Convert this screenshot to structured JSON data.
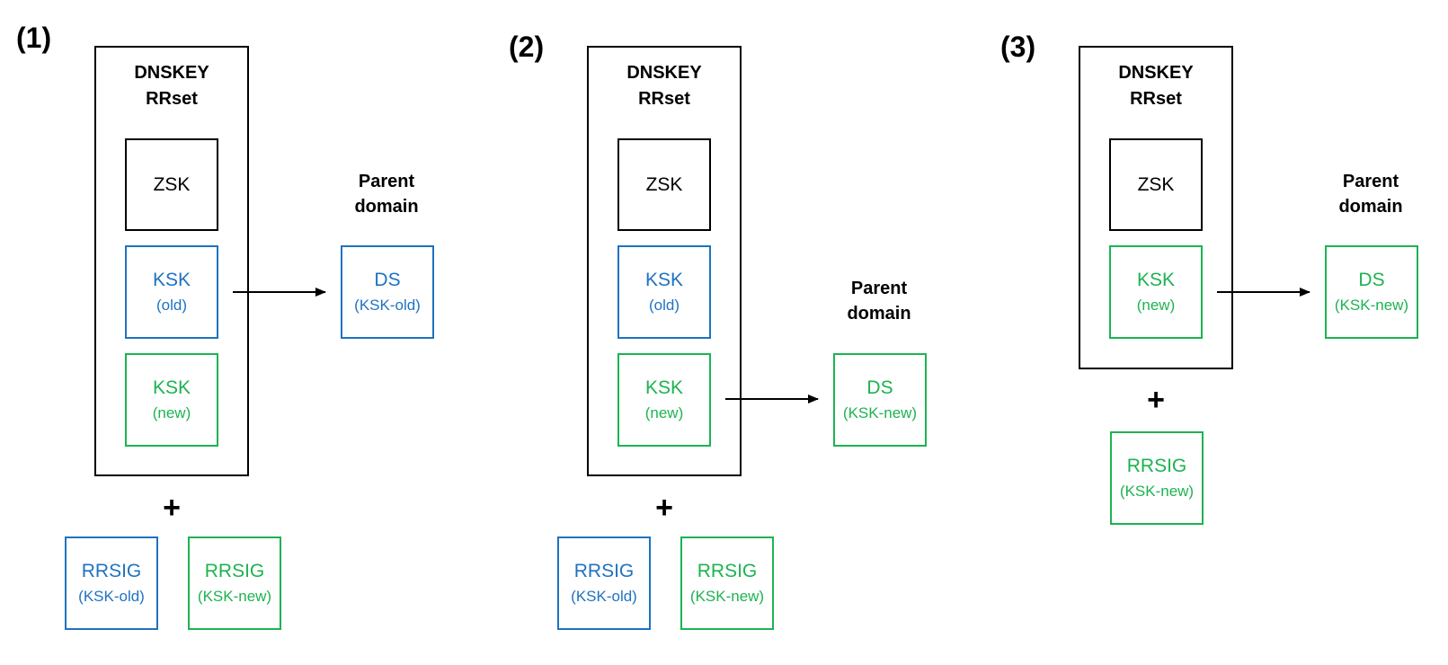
{
  "panels": [
    {
      "step": "(1)",
      "rrset_title_line1": "DNSKEY",
      "rrset_title_line2": "RRset",
      "keys": [
        {
          "main": "ZSK",
          "sub": ""
        },
        {
          "main": "KSK",
          "sub": "(old)"
        },
        {
          "main": "KSK",
          "sub": "(new)"
        }
      ],
      "parent_label_line1": "Parent",
      "parent_label_line2": "domain",
      "ds": {
        "main": "DS",
        "sub": "(KSK-old)"
      },
      "plus": "+",
      "rrsigs": [
        {
          "main": "RRSIG",
          "sub": "(KSK-old)"
        },
        {
          "main": "RRSIG",
          "sub": "(KSK-new)"
        }
      ]
    },
    {
      "step": "(2)",
      "rrset_title_line1": "DNSKEY",
      "rrset_title_line2": "RRset",
      "keys": [
        {
          "main": "ZSK",
          "sub": ""
        },
        {
          "main": "KSK",
          "sub": "(old)"
        },
        {
          "main": "KSK",
          "sub": "(new)"
        }
      ],
      "parent_label_line1": "Parent",
      "parent_label_line2": "domain",
      "ds": {
        "main": "DS",
        "sub": "(KSK-new)"
      },
      "plus": "+",
      "rrsigs": [
        {
          "main": "RRSIG",
          "sub": "(KSK-old)"
        },
        {
          "main": "RRSIG",
          "sub": "(KSK-new)"
        }
      ]
    },
    {
      "step": "(3)",
      "rrset_title_line1": "DNSKEY",
      "rrset_title_line2": "RRset",
      "keys": [
        {
          "main": "ZSK",
          "sub": ""
        },
        {
          "main": "KSK",
          "sub": "(new)"
        }
      ],
      "parent_label_line1": "Parent",
      "parent_label_line2": "domain",
      "ds": {
        "main": "DS",
        "sub": "(KSK-new)"
      },
      "plus": "+",
      "rrsigs": [
        {
          "main": "RRSIG",
          "sub": "(KSK-new)"
        }
      ]
    }
  ],
  "colors": {
    "old": "#1f72c0",
    "new": "#1db351",
    "neutral": "#000000"
  }
}
